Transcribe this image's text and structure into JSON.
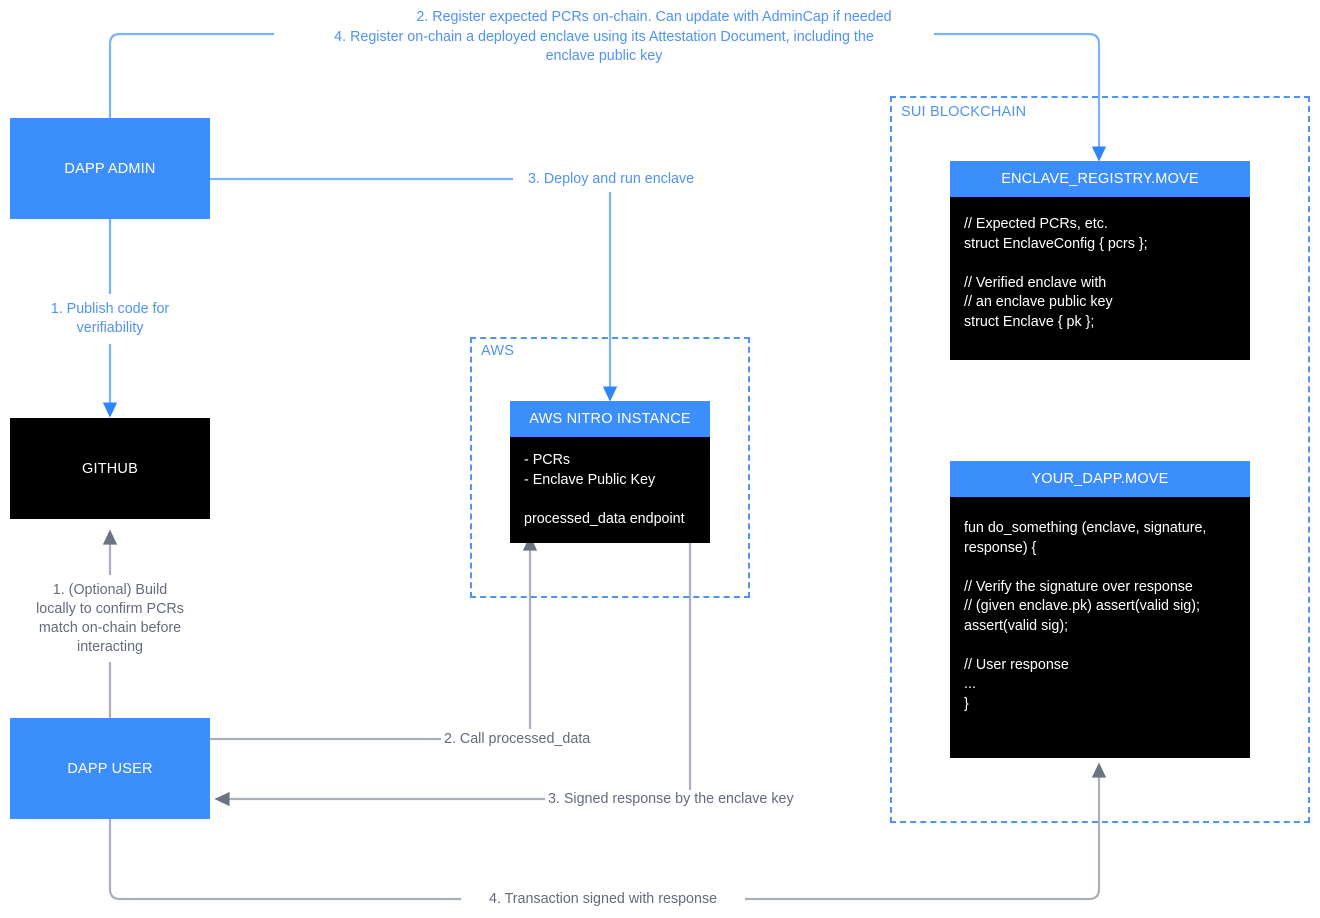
{
  "diagram": {
    "title": "Sui Nitro Enclave attestation flow",
    "colors": {
      "accent_blue": "#3b8efc",
      "line_blue": "#7ab4f8",
      "label_blue": "#4f93f5",
      "line_gray": "#aab0bb",
      "label_gray": "#646b7a",
      "black": "#000000"
    }
  },
  "nodes": {
    "dapp_admin": {
      "label": "DAPP ADMIN"
    },
    "github": {
      "label": "GITHUB"
    },
    "dapp_user": {
      "label": "DAPP USER"
    },
    "aws_nitro": {
      "title": "AWS NITRO INSTANCE",
      "body": "- PCRs\n- Enclave Public Key\n\nprocessed_data endpoint"
    },
    "enclave_registry": {
      "title": "ENCLAVE_REGISTRY.MOVE",
      "body": "// Expected PCRs, etc.\nstruct EnclaveConfig { pcrs };\n\n// Verified enclave with\n// an enclave public key\nstruct Enclave { pk };"
    },
    "your_dapp": {
      "title": "YOUR_DAPP.MOVE",
      "body": "fun do_something (enclave, signature,\nresponse) {\n\n// Verify the signature over response\n// (given enclave.pk) assert(valid sig);\nassert(valid sig);\n\n// User response\n...\n}"
    }
  },
  "groups": {
    "aws": {
      "label": "AWS"
    },
    "sui": {
      "label": "SUI BLOCKCHAIN"
    }
  },
  "edges": {
    "register_pcrs": "2. Register expected PCRs on-chain. Can update with AdminCap if needed",
    "register_enclave": "4. Register on-chain a deployed enclave using its Attestation Document, including the\nenclave public key",
    "publish_code": "1. Publish code for\nverifiability",
    "deploy_enclave": "3. Deploy and run enclave",
    "build_locally": "1. (Optional) Build\nlocally to confirm PCRs\nmatch on-chain before\ninteracting",
    "call_processed_data": "2. Call processed_data",
    "signed_response": "3. Signed response by the enclave key",
    "transaction_signed": "4. Transaction signed with response"
  }
}
